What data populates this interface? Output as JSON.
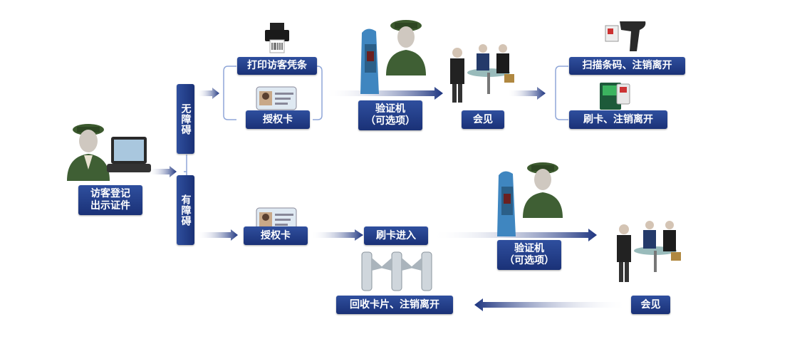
{
  "colors": {
    "box": "#1f3a88",
    "arrow": "#1d3480",
    "line": "#8fa6d8"
  },
  "nodes": {
    "register": "访客登记\n出示证件",
    "no_barrier": "无障碍",
    "barrier": "有障碍",
    "print_slip": "打印访客凭条",
    "auth_card_top": "授权卡",
    "verify_top": "验证机\n（可选项）",
    "meet_top": "会见",
    "scan_exit": "扫描条码、注销离开",
    "swipe_exit": "刷卡、注销离开",
    "auth_card_bottom": "授权卡",
    "swipe_enter": "刷卡进入",
    "verify_bottom": "验证机\n（可选项）",
    "meet_bottom": "会见",
    "recycle_exit": "回收卡片、注销离开"
  },
  "icons": [
    "guard-computer-icon",
    "printer-icon",
    "id-card-icon",
    "verifier-guard-icon",
    "meeting-people-icon",
    "barcode-scanner-icon",
    "card-reader-icon",
    "turnstile-icon"
  ]
}
